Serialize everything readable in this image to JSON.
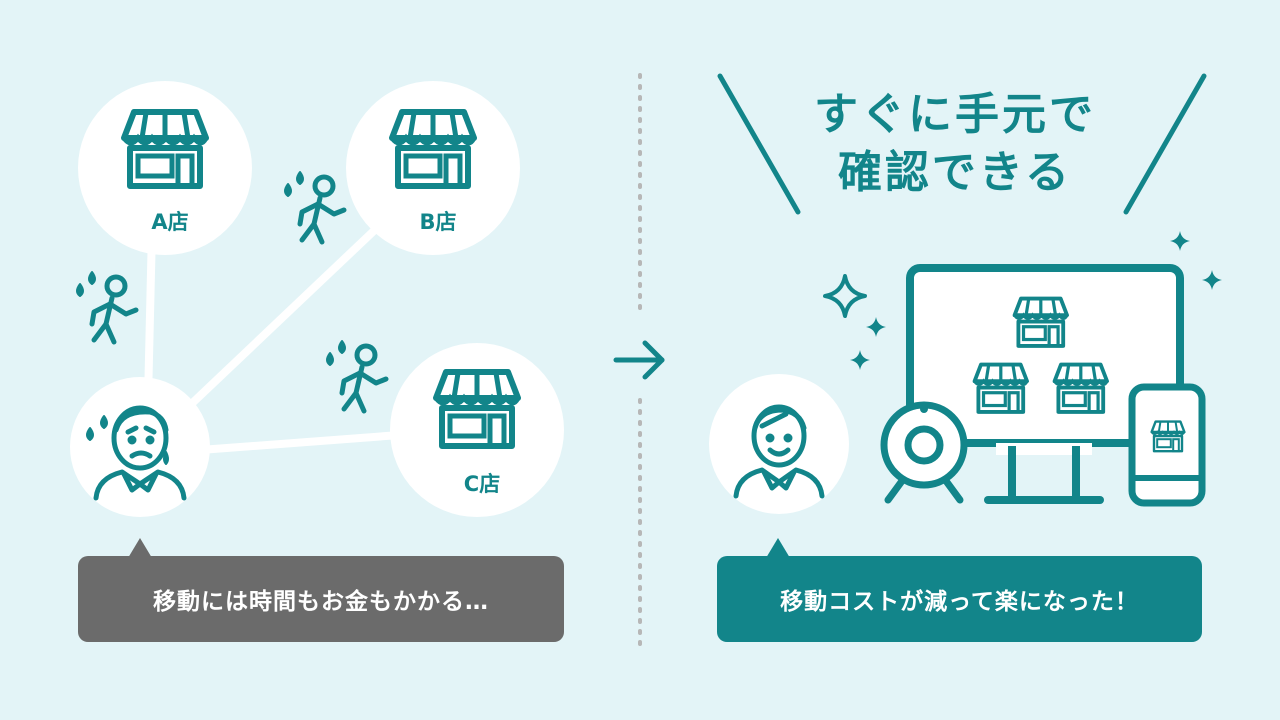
{
  "stores": {
    "a_label": "A店",
    "b_label": "B店",
    "c_label": "C店"
  },
  "headline": {
    "line1": "すぐに手元で",
    "line2": "確認できる"
  },
  "captions": {
    "before": "移動には時間もお金もかかる…",
    "after": "移動コストが減って楽になった！"
  },
  "colors": {
    "background": "#e3f4f7",
    "teal": "#12858a",
    "gray_bubble": "#6b6b6b",
    "white": "#ffffff"
  },
  "icons": [
    "store-icon",
    "walking-person-icon",
    "worried-person-icon",
    "happy-person-icon",
    "monitor-icon",
    "webcam-icon",
    "smartphone-icon",
    "sparkle-icon",
    "arrow-right-icon"
  ]
}
